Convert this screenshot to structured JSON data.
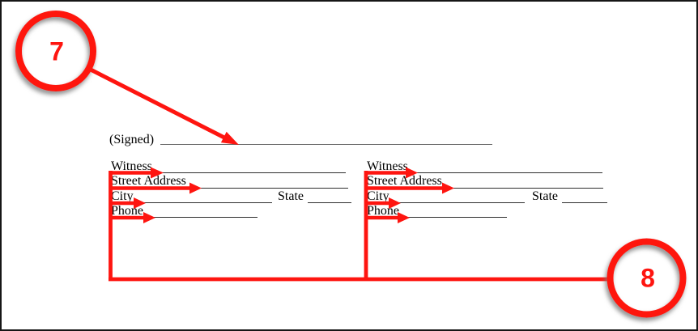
{
  "signature": {
    "signed_label": "(Signed)"
  },
  "witness_blocks": [
    {
      "witness_label": "Witness",
      "street_address_label": "Street Address",
      "city_label": "City",
      "state_label": "State",
      "phone_label": "Phone"
    },
    {
      "witness_label": "Witness",
      "street_address_label": "Street Address",
      "city_label": "City",
      "state_label": "State",
      "phone_label": "Phone"
    }
  ],
  "callouts": [
    {
      "number": "7"
    },
    {
      "number": "8"
    }
  ],
  "colors": {
    "annotation_red": "#fe1510",
    "field_line": "#2e2e2e",
    "signature_line": "#6a6a6a",
    "page_border": "#161616",
    "callout_shadow": "#7a7a7a"
  }
}
